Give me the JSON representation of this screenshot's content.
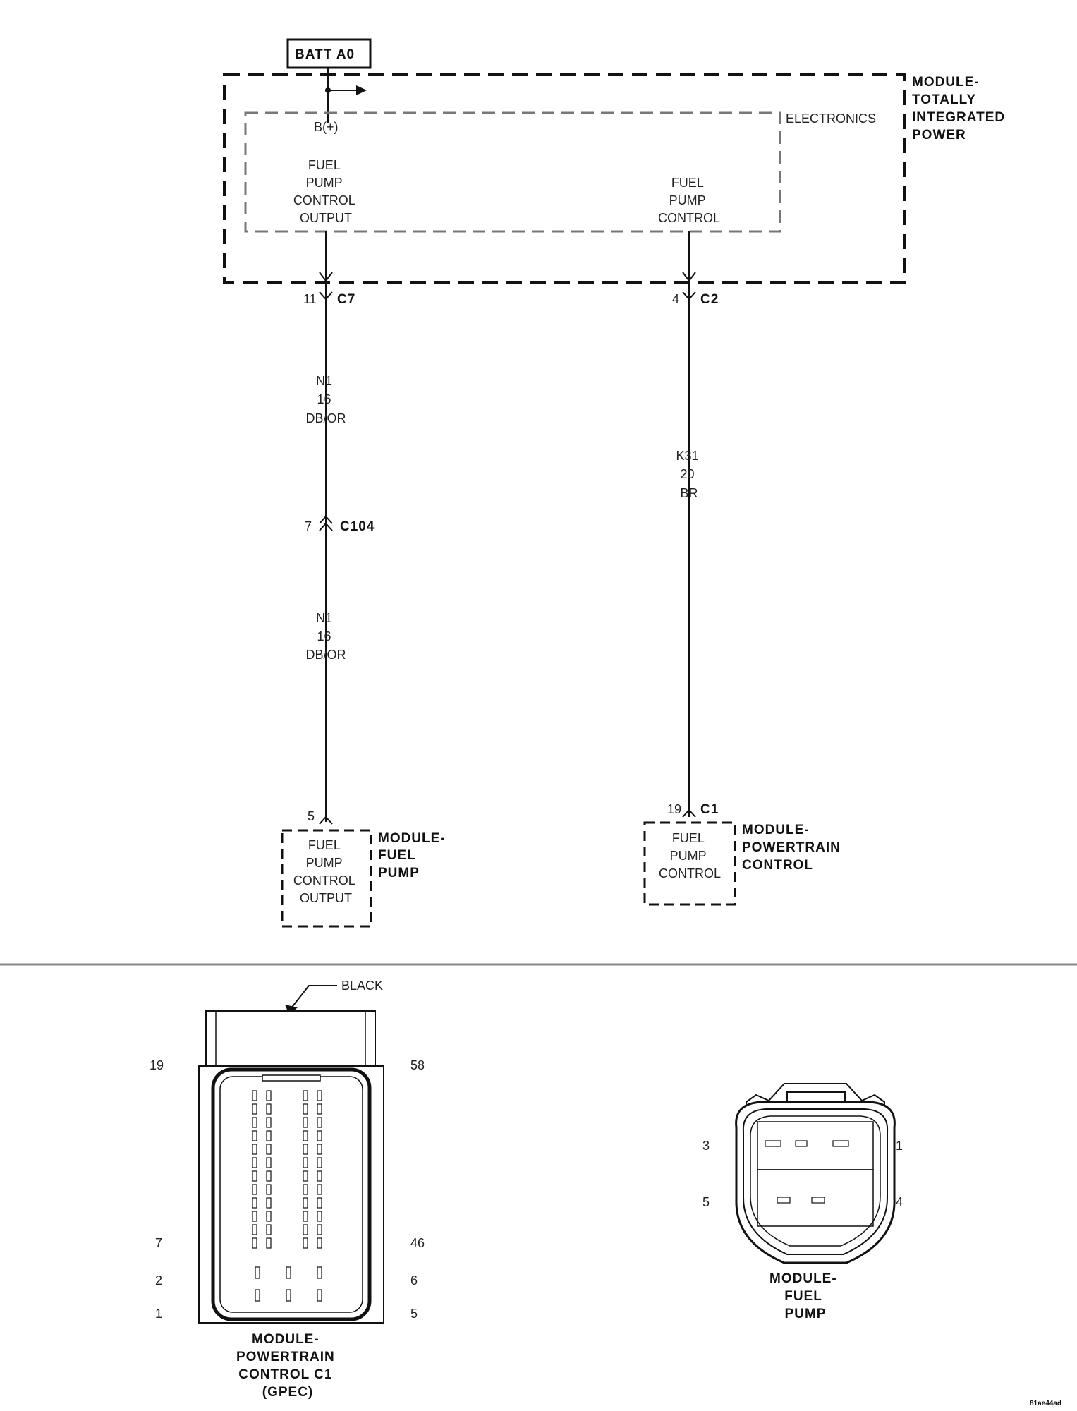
{
  "schematic": {
    "batt_label": "BATT A0",
    "tipm": {
      "name_lines": [
        "MODULE-",
        "TOTALLY",
        "INTEGRATED",
        "POWER"
      ],
      "electronics_label": "ELECTRONICS",
      "bplus_label": "B(+)",
      "output_lines": [
        "FUEL",
        "PUMP",
        "CONTROL",
        "OUTPUT"
      ],
      "control_lines": [
        "FUEL",
        "PUMP",
        "CONTROL"
      ]
    },
    "left_circuit": {
      "top_pin": "11",
      "top_connector": "C7",
      "wire1": [
        "N1",
        "16",
        "DB/OR"
      ],
      "inline_pin": "7",
      "inline_connector": "C104",
      "wire2": [
        "N1",
        "16",
        "DB/OR"
      ],
      "bottom_pin": "5"
    },
    "right_circuit": {
      "top_pin": "4",
      "top_connector": "C2",
      "wire": [
        "K31",
        "20",
        "BR"
      ],
      "bottom_pin": "19",
      "bottom_connector": "C1"
    },
    "fuel_pump_module": {
      "box_lines": [
        "FUEL",
        "PUMP",
        "CONTROL",
        "OUTPUT"
      ],
      "name_lines": [
        "MODULE-",
        "FUEL",
        "PUMP"
      ]
    },
    "pcm_module": {
      "box_lines": [
        "FUEL",
        "PUMP",
        "CONTROL"
      ],
      "name_lines": [
        "MODULE-",
        "POWERTRAIN",
        "CONTROL"
      ]
    }
  },
  "connectors": {
    "pcm_c1": {
      "color_label": "BLACK",
      "pins_left": [
        "19",
        "7",
        "2",
        "1"
      ],
      "pins_right": [
        "58",
        "46",
        "6",
        "5"
      ],
      "name_lines": [
        "MODULE-",
        "POWERTRAIN",
        "CONTROL C1",
        "(GPEC)"
      ]
    },
    "fuel_pump": {
      "pins_left": [
        "3",
        "5"
      ],
      "pins_right": [
        "1",
        "4"
      ],
      "name_lines": [
        "MODULE-",
        "FUEL",
        "PUMP"
      ]
    }
  },
  "figure_id": "81ae44ad"
}
